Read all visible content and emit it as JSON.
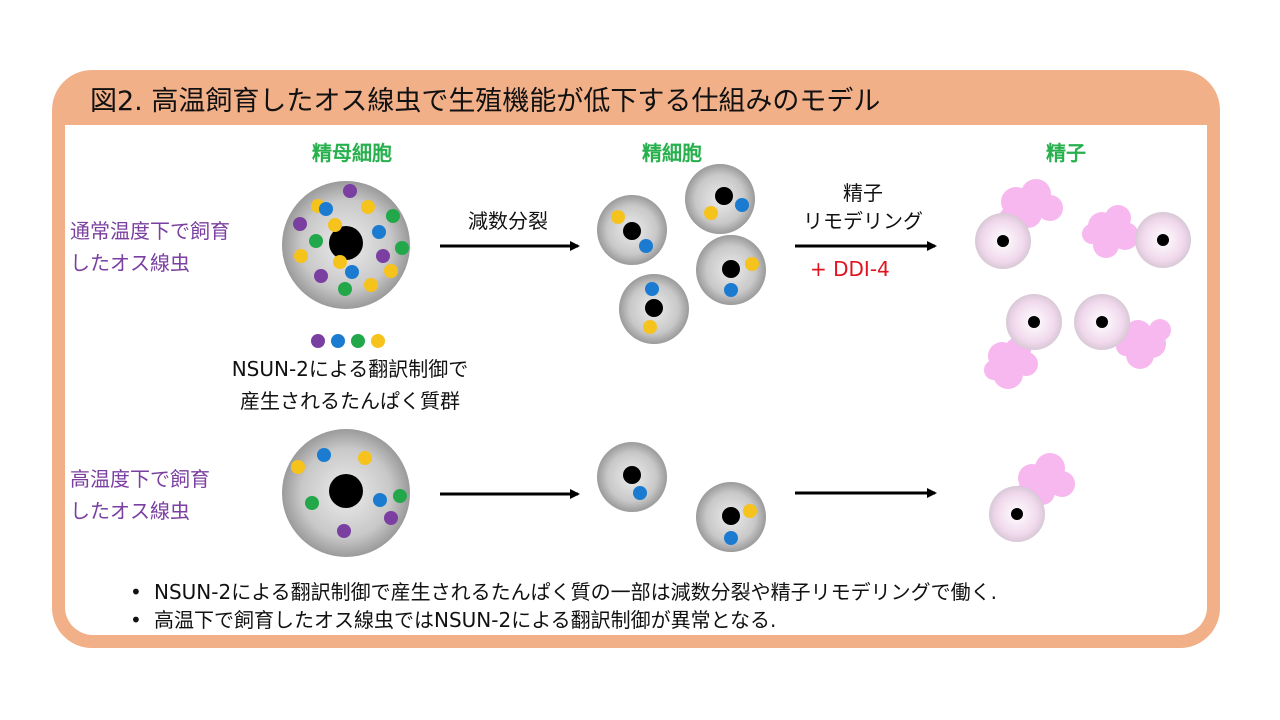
{
  "title": "図2. 高温飼育したオス線虫で生殖機能が低下する仕組みのモデル",
  "stages": {
    "spermatocyte": "精母細胞",
    "spermatid": "精細胞",
    "sperm": "精子"
  },
  "conditions": {
    "normal_line1": "通常温度下で飼育",
    "normal_line2": "したオス線虫",
    "high_line1": "高温度下で飼育",
    "high_line2": "したオス線虫"
  },
  "arrows": {
    "meiosis": "減数分裂",
    "remodel_line1": "精子",
    "remodel_line2": "リモデリング",
    "ddi": "+ DDI-4"
  },
  "legend": {
    "line1": "NSUN-2による翻訳制御で",
    "line2": "産生されるたんぱく質群"
  },
  "notes": [
    "NSUN-2による翻訳制御で産生されるたんぱく質の一部は減数分裂や精子リモデリングで働く.",
    "高温下で飼育したオス線虫ではNSUN-2による翻訳制御が異常となる."
  ],
  "colors": {
    "frame": "#f2b089",
    "protein_purple": "#7a3fa0",
    "protein_blue": "#1a7bd0",
    "protein_green": "#22a84a",
    "protein_yellow": "#f6c21c",
    "sperm_pseudopod": "#f6b8ee",
    "stage_label": "#27b04d",
    "condition_label": "#7a3fa0",
    "ddi_label": "#e0141e"
  },
  "icons": {
    "bullet": "•"
  }
}
